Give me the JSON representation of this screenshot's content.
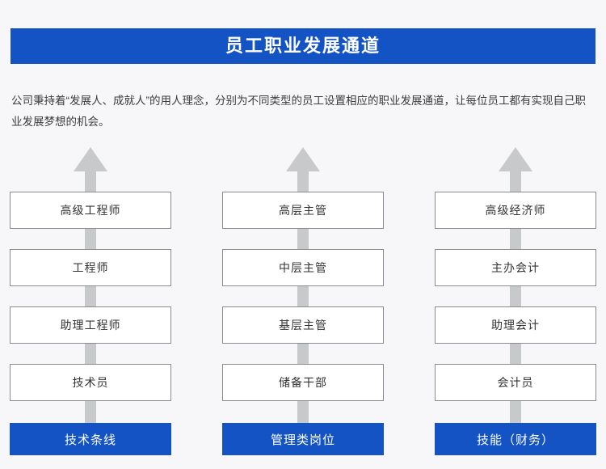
{
  "colors": {
    "brand_blue": "#1453c4",
    "arrow_gray": "#c8c9ca",
    "box_border": "#8b8b8b",
    "page_background": "#f7f7f9",
    "text": "#333333"
  },
  "header": {
    "title": "员工职业发展通道"
  },
  "intro": {
    "paragraph": "公司秉持着“发展人、成就人”的用人理念，分别为不同类型的员工设置相应的职业发展通道，让每位员工都有实现自己职业发展梦想的机会。"
  },
  "tracks": [
    {
      "id": "technical",
      "footer_label": "技术条线",
      "arrow_icon": "up-arrow-icon",
      "steps": [
        "高级工程师",
        "工程师",
        "助理工程师",
        "技术员"
      ]
    },
    {
      "id": "management",
      "footer_label": "管理类岗位",
      "arrow_icon": "up-arrow-icon",
      "steps": [
        "高层主管",
        "中层主管",
        "基层主管",
        "储备干部"
      ]
    },
    {
      "id": "skill-finance",
      "footer_label": "技能（财务）",
      "arrow_icon": "up-arrow-icon",
      "steps": [
        "高级经济师",
        "主办会计",
        "助理会计",
        "会计员"
      ]
    }
  ]
}
